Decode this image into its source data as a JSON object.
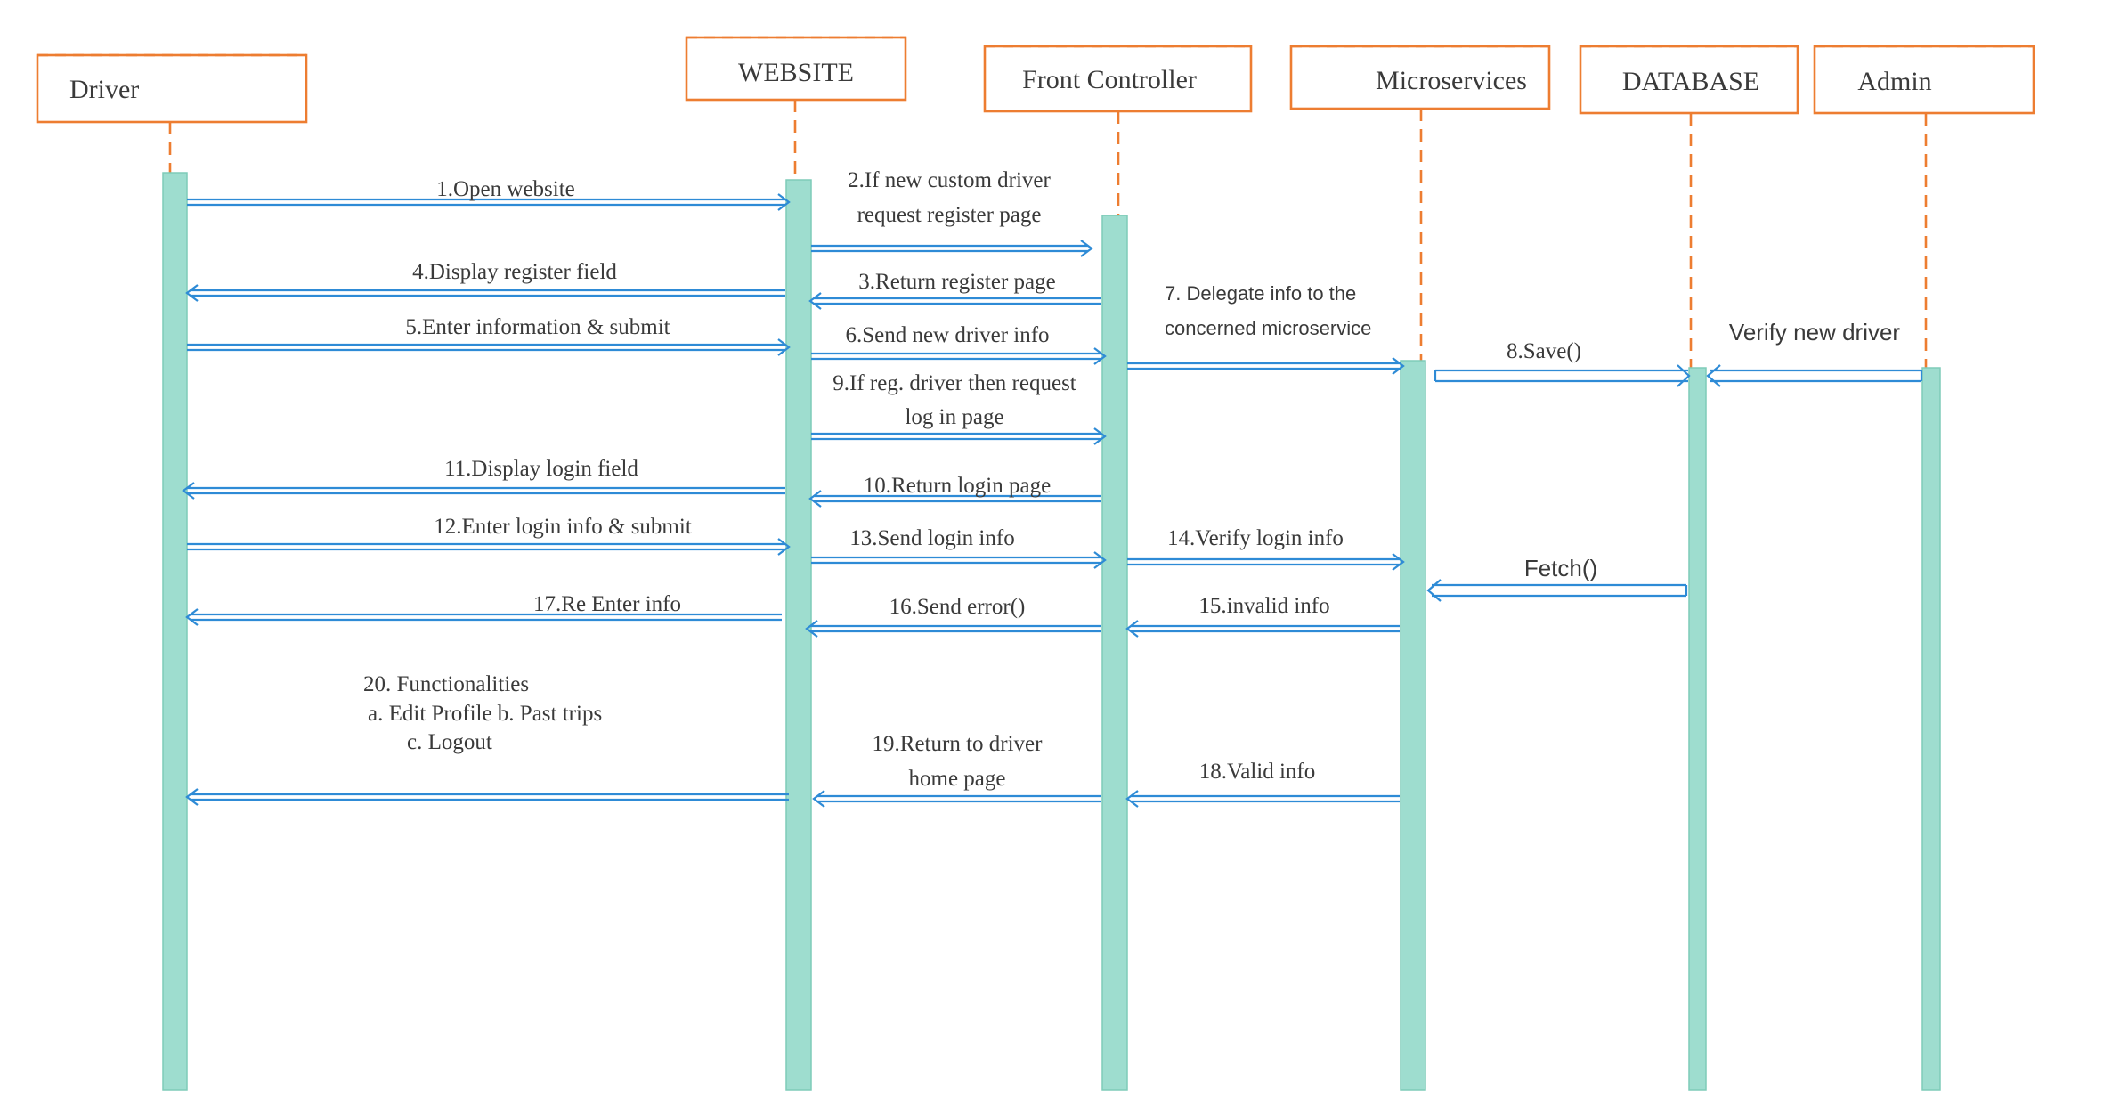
{
  "colors": {
    "actor_border": "#ED7D31",
    "activation_fill": "#9EDDCF",
    "arrow": "#2E8BD6",
    "text": "#3a3a3a"
  },
  "actors": [
    {
      "id": "driver",
      "label": "Driver"
    },
    {
      "id": "website",
      "label": "WEBSITE"
    },
    {
      "id": "front_controller",
      "label": "Front Controller"
    },
    {
      "id": "microservices",
      "label": "Microservices"
    },
    {
      "id": "database",
      "label": "DATABASE"
    },
    {
      "id": "admin",
      "label": "Admin"
    }
  ],
  "messages": [
    {
      "from": "driver",
      "to": "website",
      "lines": [
        "1.Open website"
      ]
    },
    {
      "from": "website",
      "to": "front_controller",
      "lines": [
        "2.If new custom driver",
        "request register page"
      ]
    },
    {
      "from": "front_controller",
      "to": "website",
      "lines": [
        "3.Return register page"
      ]
    },
    {
      "from": "website",
      "to": "driver",
      "lines": [
        "4.Display register field"
      ]
    },
    {
      "from": "driver",
      "to": "website",
      "lines": [
        "5.Enter information & submit"
      ]
    },
    {
      "from": "website",
      "to": "front_controller",
      "lines": [
        "6.Send new driver info"
      ]
    },
    {
      "from": "front_controller",
      "to": "microservices",
      "lines": [
        "7. Delegate info to the",
        "concerned microservice"
      ]
    },
    {
      "from": "microservices",
      "to": "database",
      "lines": [
        "8.Save()"
      ]
    },
    {
      "from": "admin",
      "to": "database",
      "lines": [
        "Verify new driver"
      ]
    },
    {
      "from": "website",
      "to": "front_controller",
      "lines": [
        "9.If reg. driver then request",
        "log in page"
      ]
    },
    {
      "from": "front_controller",
      "to": "website",
      "lines": [
        "10.Return login page"
      ]
    },
    {
      "from": "website",
      "to": "driver",
      "lines": [
        "11.Display login field"
      ]
    },
    {
      "from": "driver",
      "to": "website",
      "lines": [
        "12.Enter login info & submit"
      ]
    },
    {
      "from": "website",
      "to": "front_controller",
      "lines": [
        "13.Send login info"
      ]
    },
    {
      "from": "front_controller",
      "to": "microservices",
      "lines": [
        "14.Verify login info"
      ]
    },
    {
      "from": "database",
      "to": "microservices",
      "lines": [
        "Fetch()"
      ]
    },
    {
      "from": "microservices",
      "to": "front_controller",
      "lines": [
        "15.invalid  info"
      ]
    },
    {
      "from": "front_controller",
      "to": "website",
      "lines": [
        "16.Send error()"
      ]
    },
    {
      "from": "website",
      "to": "driver",
      "lines": [
        "17.Re Enter info"
      ]
    },
    {
      "from": "microservices",
      "to": "front_controller",
      "lines": [
        "18.Valid info"
      ]
    },
    {
      "from": "front_controller",
      "to": "website",
      "lines": [
        "19.Return to driver",
        "home page"
      ]
    },
    {
      "from": "website",
      "to": "driver",
      "lines": [
        "20. Functionalities",
        "a. Edit Profile  b. Past trips",
        "c. Logout"
      ]
    }
  ]
}
